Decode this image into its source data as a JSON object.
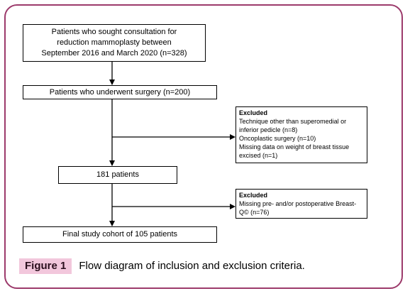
{
  "boxes": {
    "b1": [
      "Patients who sought consultation for",
      "reduction mammoplasty between",
      "September 2016 and March 2020 (n=328)"
    ],
    "b2": "Patients who underwent surgery (n=200)",
    "b3": "181 patients",
    "b4": "Final study cohort of 105 patients"
  },
  "excluded1": {
    "heading": "Excluded",
    "items": [
      "Technique other than superomedial or inferior pedicle (n=8)",
      "Oncoplastic surgery (n=10)",
      "Missing data on weight of breast tissue excised (n=1)"
    ]
  },
  "excluded2": {
    "heading": "Excluded",
    "items": [
      "Missing pre- and/or postoperative Breast-Q© (n=76)"
    ]
  },
  "caption": {
    "label": "Figure 1",
    "text": "Flow diagram of inclusion and exclusion criteria."
  },
  "colors": {
    "frame": "#9c3a6b",
    "label_bg": "#f2c7dc"
  }
}
